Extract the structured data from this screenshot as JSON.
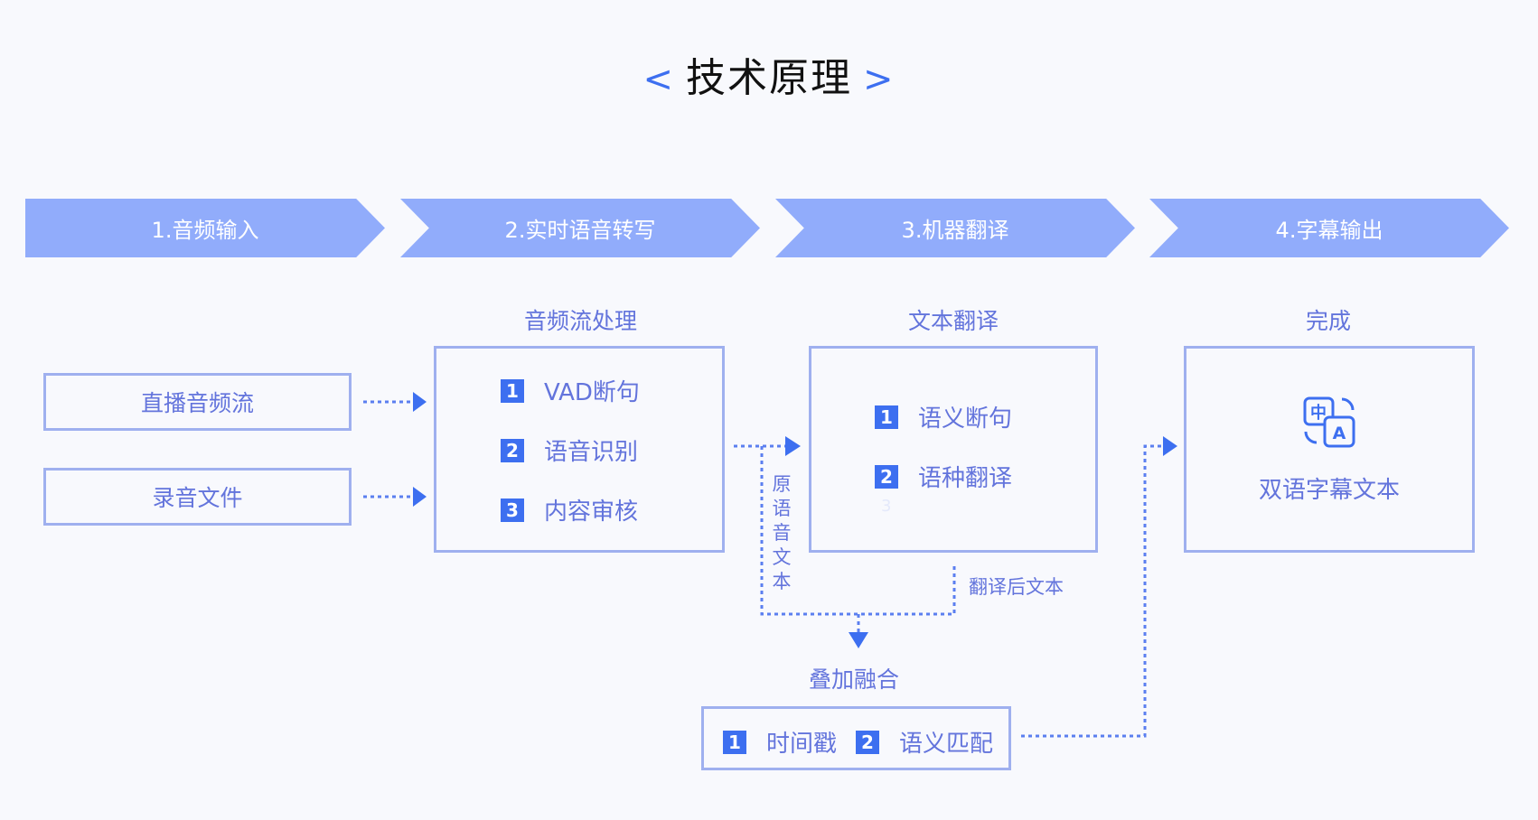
{
  "header": {
    "title": "技术原理",
    "left_bracket": "<",
    "right_bracket": ">"
  },
  "steps": [
    "1.音频输入",
    "2.实时语音转写",
    "3.机器翻译",
    "4.字幕输出"
  ],
  "sections": {
    "audio_stream": "音频流处理",
    "text_translation": "文本翻译",
    "done": "完成",
    "merge": "叠加融合"
  },
  "sources": [
    "直播音频流",
    "录音文件"
  ],
  "audio_items": [
    {
      "num": "1",
      "label": "VAD断句"
    },
    {
      "num": "2",
      "label": "语音识别"
    },
    {
      "num": "3",
      "label": "内容审核"
    }
  ],
  "translate_items": [
    {
      "num": "1",
      "label": "语义断句"
    },
    {
      "num": "2",
      "label": "语种翻译"
    }
  ],
  "translate_faint": "3",
  "output": {
    "label": "双语字幕文本",
    "icon": "translate-icon",
    "icon_zh": "中",
    "icon_en": "A"
  },
  "merge_items": [
    {
      "num": "1",
      "label": "时间戳"
    },
    {
      "num": "2",
      "label": "语义匹配"
    }
  ],
  "edge_labels": {
    "original_text": "原语音文本",
    "translated_text": "翻译后文本"
  },
  "colors": {
    "accent": "#3d6ff0",
    "chevron": "#91acfb",
    "text": "#6374dc",
    "border": "#9fb0ef"
  }
}
